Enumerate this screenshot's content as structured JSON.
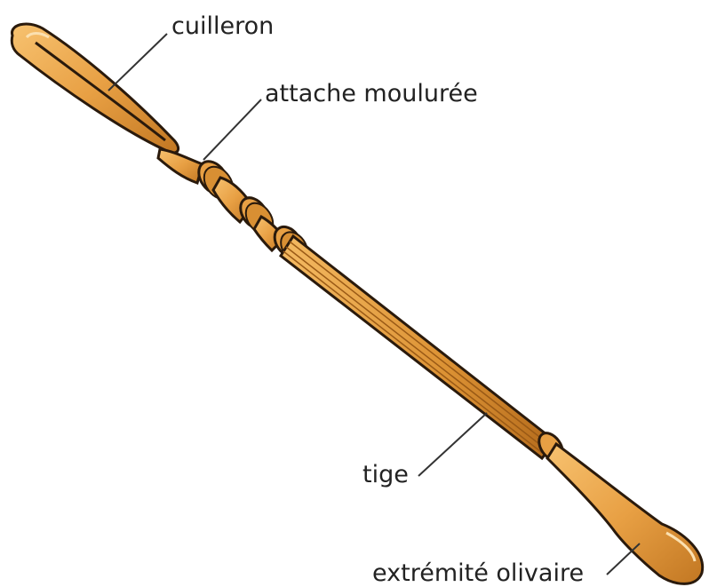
{
  "diagram": {
    "labels": {
      "cuilleron": "cuilleron",
      "attache": "attache moulurée",
      "tige": "tige",
      "extremite": "extrémité olivaire"
    },
    "colors": {
      "wood_light": "#f3b45a",
      "wood_mid": "#e39b3b",
      "wood_dark": "#b86f1e",
      "outline": "#2a1a0c",
      "leader": "#333333"
    }
  }
}
